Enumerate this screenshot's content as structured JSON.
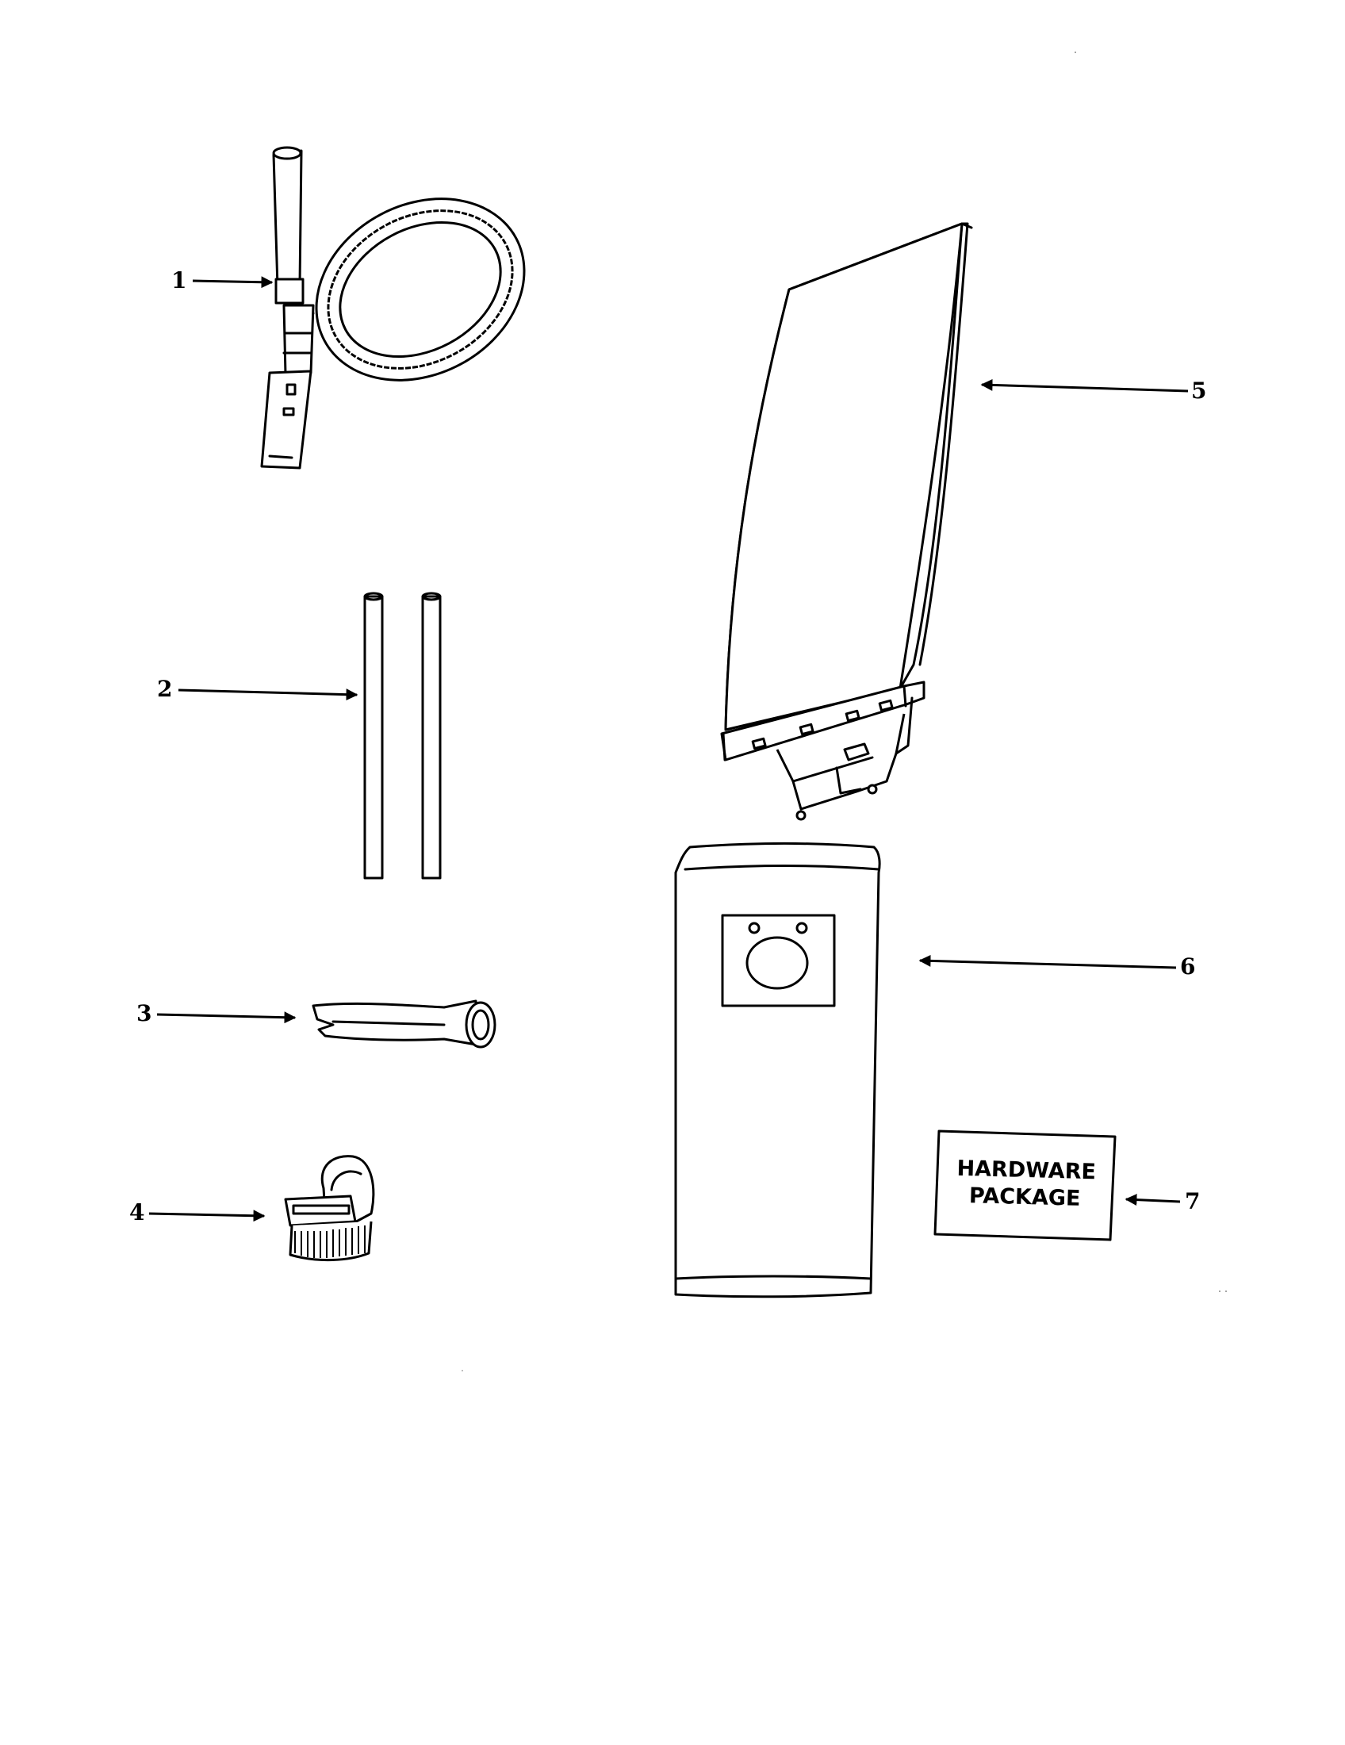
{
  "callouts": {
    "c1": "1",
    "c2": "2",
    "c3": "3",
    "c4": "4",
    "c5": "5",
    "c6": "6",
    "c7": "7"
  },
  "hardware_package": {
    "line1": "HARDWARE",
    "line2": "PACKAGE"
  },
  "parts": [
    {
      "callout": "1",
      "icon": "hose-icon"
    },
    {
      "callout": "2",
      "icon": "wand-tubes-icon"
    },
    {
      "callout": "3",
      "icon": "crevice-tool-icon"
    },
    {
      "callout": "4",
      "icon": "dusting-brush-icon"
    },
    {
      "callout": "5",
      "icon": "filter-bag-housing-icon"
    },
    {
      "callout": "6",
      "icon": "paper-dust-bag-icon"
    },
    {
      "callout": "7",
      "icon": "hardware-package-label"
    }
  ]
}
